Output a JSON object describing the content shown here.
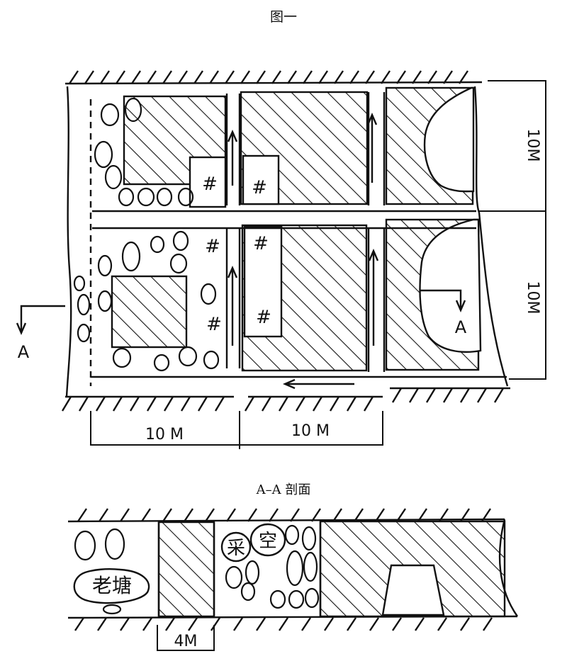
{
  "figure_title": "图一",
  "plan": {
    "dim_bottom_left": "10 M",
    "dim_bottom_right": "10 M",
    "dim_right_top": "10M",
    "dim_right_bottom": "10M",
    "section_marker_left": "A",
    "section_marker_right": "A",
    "pillar_marks": [
      "#",
      "#",
      "#",
      "#",
      "#",
      "#"
    ]
  },
  "section": {
    "title": "A–A 剖面",
    "label_old_pond": "老塘",
    "label_mined_1": "采",
    "label_mined_2": "空",
    "dim_width": "4M"
  }
}
